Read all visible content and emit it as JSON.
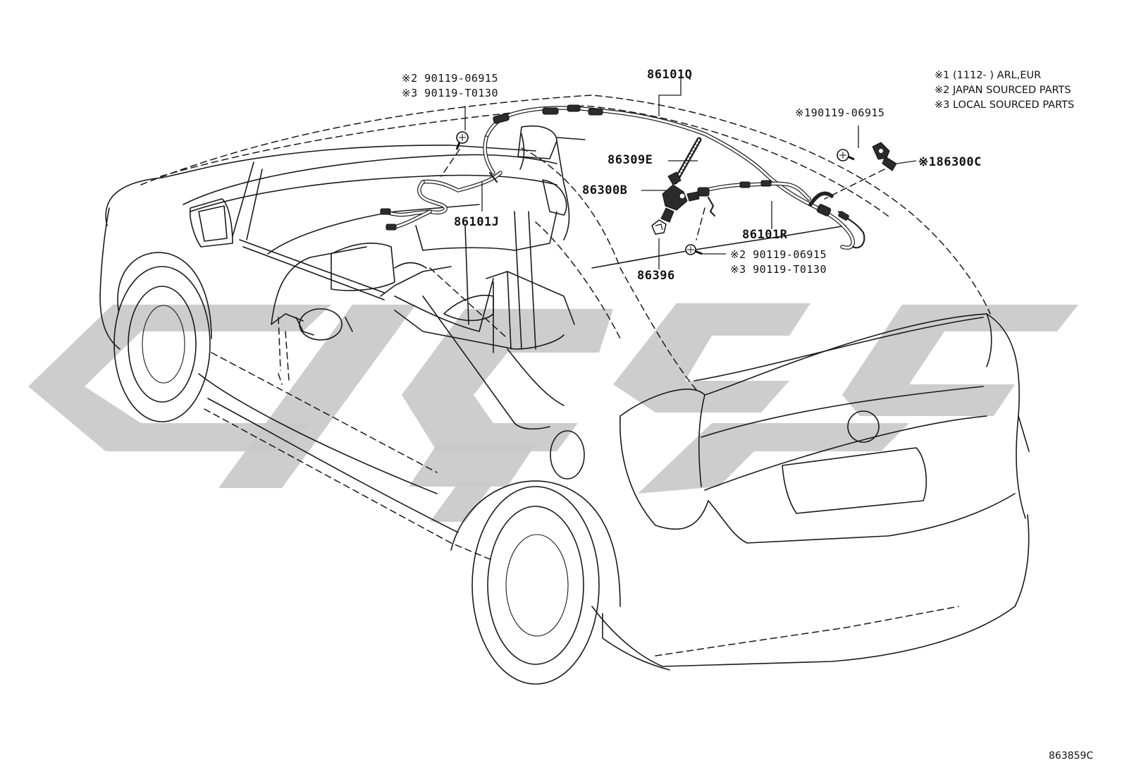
{
  "diagram": {
    "callouts": {
      "harness_q": "86101Q",
      "harness_j": "86101J",
      "harness_r": "86101R",
      "antenna": "86309E",
      "amp_b": "86300B",
      "clamp": "86396",
      "amp_c": "※186300C",
      "screw_left_jp": "※2 90119-06915",
      "screw_left_local": "※3 90119-T0130",
      "screw_right_jp": "※2 90119-06915",
      "screw_right_local": "※3 90119-T0130",
      "screw_top": "※190119-06915"
    },
    "legend": {
      "note1": "※1 (1112-        ) ARL,EUR",
      "note2": "※2 JAPAN SOURCED PARTS",
      "note3": "※3 LOCAL SOURCED PARTS"
    },
    "figure_code": "863859C"
  },
  "colors": {
    "line": "#1a1a1a",
    "watermark": "#c9c9c9",
    "background": "#ffffff"
  },
  "icons": [
    "screw-icon",
    "clip-icon",
    "antenna-amplifier-icon",
    "antenna-element-icon"
  ]
}
